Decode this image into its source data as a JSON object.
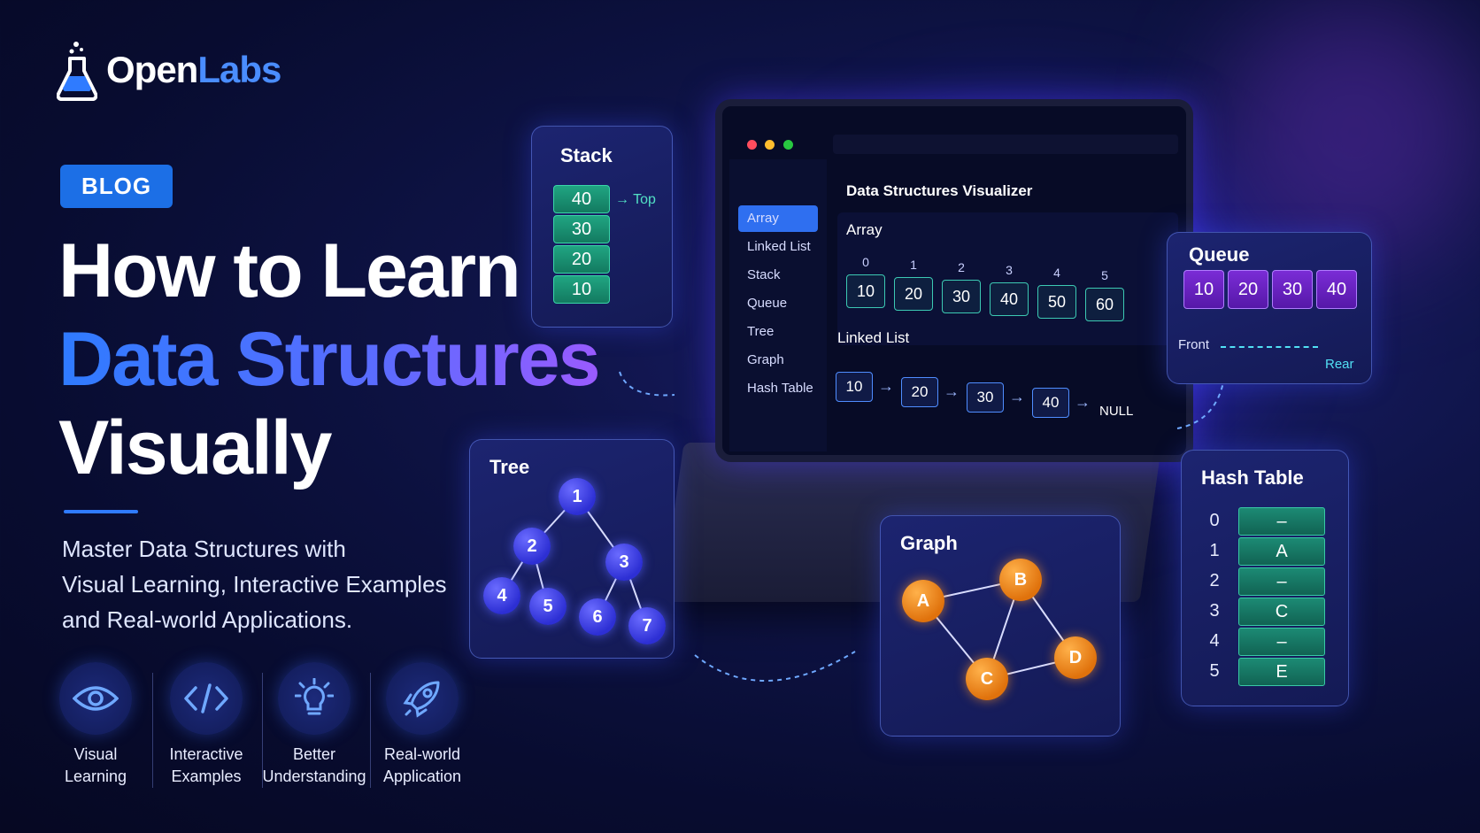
{
  "brand": {
    "name_part1": "Open",
    "name_part2": "Labs"
  },
  "badge": "BLOG",
  "headline": {
    "line1": "How to Learn",
    "line2": "Data Structures",
    "line3": "Visually"
  },
  "subtitle": {
    "line1": "Master Data Structures with",
    "line2": "Visual Learning, Interactive Examples",
    "line3": "and Real-world Applications."
  },
  "features": [
    {
      "icon": "eye-icon",
      "line1": "Visual",
      "line2": "Learning"
    },
    {
      "icon": "code-icon",
      "line1": "Interactive",
      "line2": "Examples"
    },
    {
      "icon": "lightbulb-icon",
      "line1": "Better",
      "line2": "Understanding"
    },
    {
      "icon": "rocket-icon",
      "line1": "Real-world",
      "line2": "Application"
    }
  ],
  "stack": {
    "title": "Stack",
    "items": [
      "40",
      "30",
      "20",
      "10"
    ],
    "top_label": "Top"
  },
  "queue": {
    "title": "Queue",
    "items": [
      "10",
      "20",
      "30",
      "40"
    ],
    "front": "Front",
    "rear": "Rear"
  },
  "tree": {
    "title": "Tree",
    "nodes": [
      "1",
      "2",
      "3",
      "4",
      "5",
      "6",
      "7"
    ]
  },
  "graph": {
    "title": "Graph",
    "nodes": [
      "A",
      "B",
      "C",
      "D"
    ]
  },
  "hash": {
    "title": "Hash Table",
    "indices": [
      "0",
      "1",
      "2",
      "3",
      "4",
      "5"
    ],
    "values": [
      "–",
      "A",
      "–",
      "C",
      "–",
      "E"
    ]
  },
  "app": {
    "title": "Data Structures Visualizer",
    "sidebar": [
      "Array",
      "Linked List",
      "Stack",
      "Queue",
      "Tree",
      "Graph",
      "Hash Table"
    ],
    "array_label": "Array",
    "array_index": [
      "0",
      "1",
      "2",
      "3",
      "4",
      "5"
    ],
    "array_values": [
      "10",
      "20",
      "30",
      "40",
      "50",
      "60"
    ],
    "list_label": "Linked List",
    "list_values": [
      "10",
      "20",
      "30",
      "40"
    ],
    "list_end": "NULL"
  },
  "colors": {
    "accent": "#2f7bff",
    "stack": "#20a582",
    "queue": "#7a2cd6",
    "tree": "#3a3cf0",
    "graph": "#f0901e",
    "hash": "#1c8a74"
  }
}
